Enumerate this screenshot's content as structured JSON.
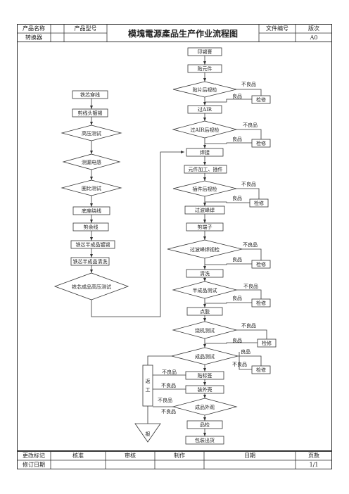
{
  "header": {
    "product_name_label": "产品名称",
    "product_name_value": "转换器",
    "product_model_label": "产品型号",
    "title": "模塊電源產品生产作业流程图",
    "doc_no_label": "文件编号",
    "version_label": "版次",
    "version_value": "A0"
  },
  "footer": {
    "change_mark": "更改标记",
    "approve": "核准",
    "review": "审核",
    "make": "制作",
    "date": "日期",
    "pages": "页数",
    "revise_date": "修订日期",
    "page_value": "1/1"
  },
  "left_flow": {
    "core_threading": "铁芯穿线",
    "cut_strip_tin": "剪线头镀锡",
    "hipot_test_1": "高压测试",
    "leakage_inductance": "测漏电感",
    "ratio_test": "圈比测试",
    "base_winding": "底座绕线",
    "cut_excess": "剪余线",
    "core_semi_tin": "铁芯半成品镀锡",
    "core_semi_clean": "铁芯半成品清洗",
    "core_final_hipot": "铁芯成品高压测试"
  },
  "main_flow": {
    "solder_paste": "印锡膏",
    "smt": "贴元件",
    "post_smt_inspect": "贴片后视检",
    "reflow": "过AIR",
    "post_reflow_inspect": "过AIR后视检",
    "welding": "焊接",
    "component_insert": "元件加工、插件",
    "post_insert_inspect": "插件后视检",
    "wave_solder": "过波峰焊",
    "trim_pins": "剪端子",
    "post_wave_inspect": "过波峰焊视检",
    "cleaning": "清洗",
    "semi_test": "半成品测试",
    "dispense": "点胶",
    "burn_in_test": "烧机测试",
    "final_test": "成品测试",
    "label": "贴标签",
    "install_shell": "装外壳",
    "appearance": "成品外观",
    "qc": "品检",
    "packing": "包装出货"
  },
  "branches": {
    "ng": "不良品",
    "good": "良品",
    "repair": "检修",
    "rework": "返工",
    "scrap": "报"
  }
}
